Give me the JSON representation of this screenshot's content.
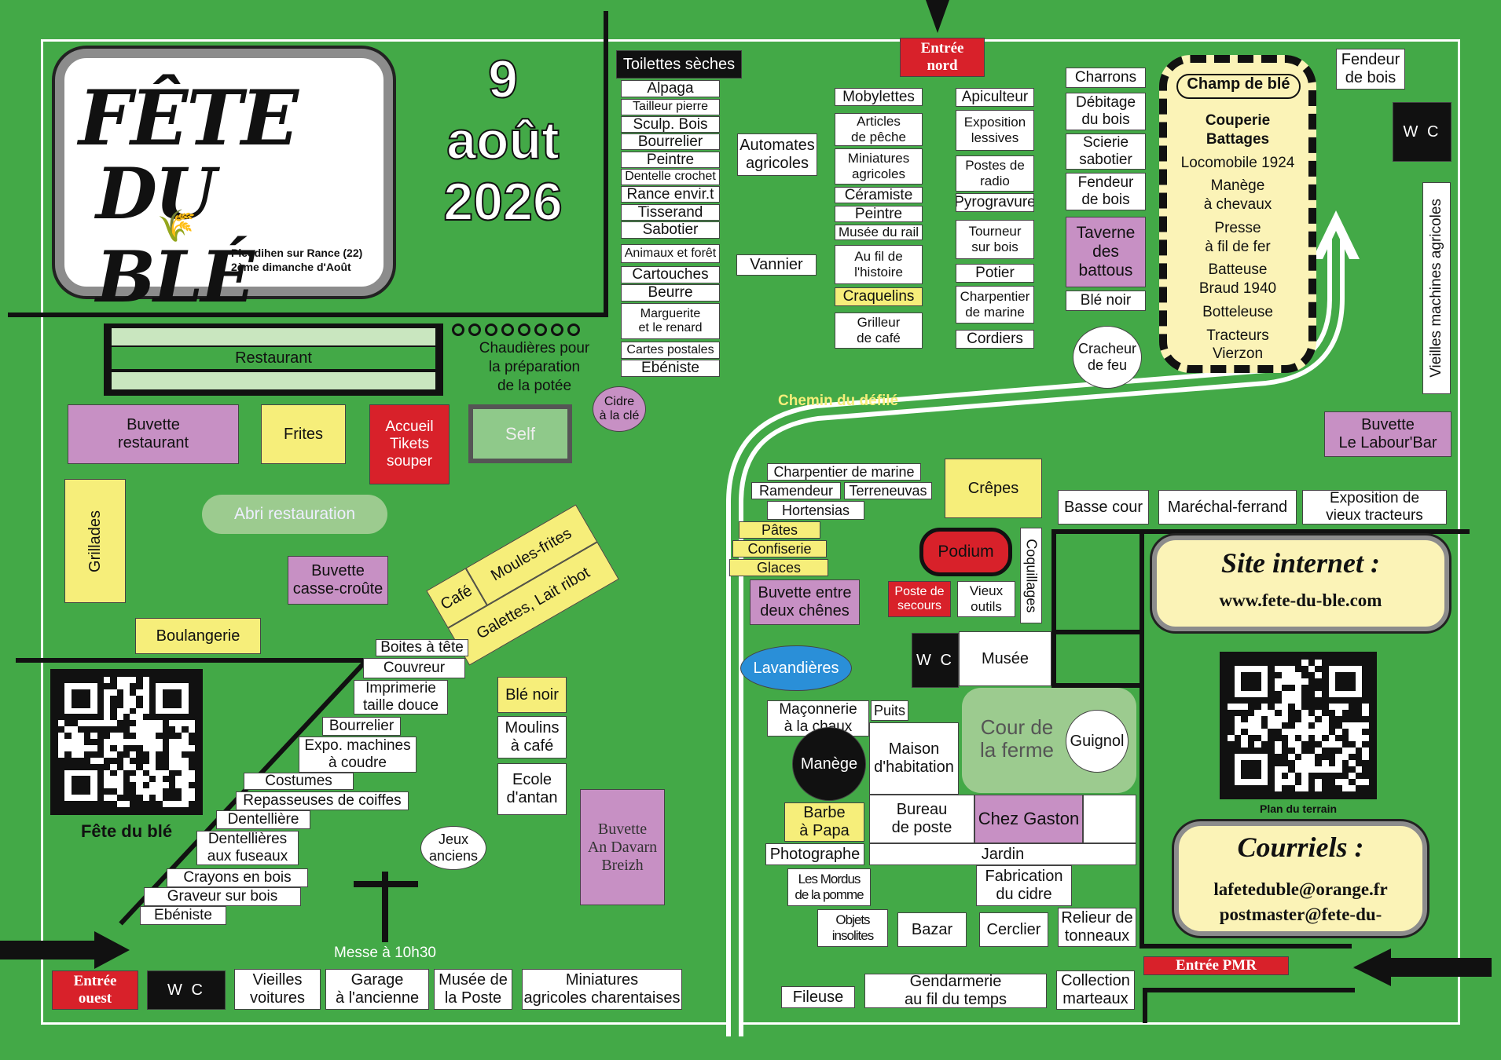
{
  "logo": {
    "line1": "FÊTE",
    "line2": "DU BLÉ",
    "place": "Pleudihen sur Rance (22)",
    "sunday": "2ème dimanche d'Août"
  },
  "date": "9\naoût\n2026",
  "entrances": {
    "nord": "Entrée\nnord",
    "ouest": "Entrée\nouest",
    "pmr": "Entrée PMR"
  },
  "wc": "W C",
  "toilettes": "Toilettes sèches",
  "col_a": [
    "Alpaga",
    "Tailleur pierre",
    "Sculp. Bois",
    "Bourrelier",
    "Peintre",
    "Dentelle crochet",
    "Rance envir.t",
    "Tisserand",
    "Sabotier",
    "Animaux et forêt",
    "Cartouches",
    "Beurre",
    "Marguerite\net le renard",
    "Cartes postales",
    "Ebéniste"
  ],
  "automates": "Automates\nagricoles",
  "vannier": "Vannier",
  "col_b": [
    "Mobylettes",
    "Articles\nde pêche",
    "Miniatures\nagricoles",
    "Céramiste",
    "Peintre",
    "Musée du rail",
    "Au fil de\nl'histoire",
    "Craquelins",
    "Grilleur\nde café"
  ],
  "col_c": [
    "Apiculteur",
    "Exposition\nlessives",
    "Postes de\nradio",
    "Pyrogravure",
    "Tourneur\nsur bois",
    "Potier",
    "Charpentier\nde marine",
    "Cordiers"
  ],
  "col_d": [
    "Charrons",
    "Débitage\ndu bois",
    "Scierie\nsabotier",
    "Fendeur\nde bois",
    "Taverne\ndes\nbattous",
    "Blé noir"
  ],
  "cracheur": "Cracheur\nde feu",
  "champ": {
    "title": "Champ de blé",
    "items": [
      "Couperie\nBattages",
      "Locomobile 1924",
      "Manège\nà chevaux",
      "Presse\nà fil de fer",
      "Batteuse\nBraud 1940",
      "Botteleuse",
      "Tracteurs\nVierzon"
    ]
  },
  "fendeur_top": "Fendeur\nde bois",
  "vieilles_machines": "Vieilles machines agricoles",
  "buvette_labour": "Buvette\nLe Labour'Bar",
  "restaurant": "Restaurant",
  "chaudieres": "Chaudières pour\nla préparation\nde la potée",
  "cidre": "Cidre\nà la clé",
  "self": "Self",
  "buvette_resto": "Buvette\nrestaurant",
  "frites": "Frites",
  "accueil": "Accueil\nTikets\nsouper",
  "abri": "Abri restauration",
  "grillades": "Grillades",
  "buvette_cc": "Buvette\ncasse-croûte",
  "cafe": "Café",
  "moules": "Moules-frites",
  "galettes": "Galettes, Lait ribot",
  "boulangerie": "Boulangerie",
  "qr_left": "Fête du blé",
  "qr_right": "Plan du terrain",
  "chemin": "Chemin du défilé",
  "diag": [
    "Boites à tête",
    "Couvreur",
    "Imprimerie\ntaille douce",
    "Bourrelier",
    "Expo. machines\nà coudre",
    "Costumes",
    "Repasseuses de coiffes",
    "Dentellière",
    "Dentellières\naux fuseaux",
    "Crayons en bois",
    "Graveur sur bois",
    "Ebéniste"
  ],
  "ble_noir2": "Blé noir",
  "moulins": "Moulins\nà café",
  "ecole": "Ecole\nd'antan",
  "jeux": "Jeux\nanciens",
  "buvette_davarn": "Buvette\nAn Davarn\nBreizh",
  "messe": "Messe à 10h30",
  "bottom": [
    "Vieilles\nvoitures",
    "Garage\nà l'ancienne",
    "Musée de\nla Poste",
    "Miniatures\nagricoles charentaises"
  ],
  "mid": [
    "Charpentier de marine",
    "Ramendeur",
    "Terreneuvas",
    "Hortensias",
    "Pâtes",
    "Confiserie",
    "Glaces"
  ],
  "buvette_chenes": "Buvette entre\ndeux chênes",
  "crepes": "Crêpes",
  "podium": "Podium",
  "poste_secours": "Poste de\nsecours",
  "vieux_outils": "Vieux\noutils",
  "coquillages": "Coquillages",
  "musee": "Musée",
  "lavandieres": "Lavandières",
  "basse_cour": "Basse cour",
  "marechal": "Maréchal-ferrand",
  "expo_tracteurs": "Exposition de\nvieux tracteurs",
  "site_label": "Site internet :",
  "site_url": "www.fete-du-ble.com",
  "courriels_label": "Courriels :",
  "emails": [
    "lafeteduble@orange.fr",
    "postmaster@fete-du-"
  ],
  "farm": {
    "maconnerie": "Maçonnerie\nà la chaux",
    "puits": "Puits",
    "manege": "Manège",
    "maison": "Maison\nd'habitation",
    "cour": "Cour de\nla ferme",
    "guignol": "Guignol",
    "barbe": "Barbe\nà Papa",
    "bureau": "Bureau\nde poste",
    "gaston": "Chez Gaston",
    "photographe": "Photographe",
    "jardin": "Jardin",
    "mordus": "Les Mordus\nde la pomme",
    "fabrication": "Fabrication\ndu cidre",
    "objets": "Objets\ninsolites",
    "bazar": "Bazar",
    "cerclier": "Cerclier",
    "relieur": "Relieur de\ntonneaux",
    "fileuse": "Fileuse",
    "gendarmerie": "Gendarmerie\nau fil du temps",
    "collection": "Collection\nmarteaux"
  }
}
